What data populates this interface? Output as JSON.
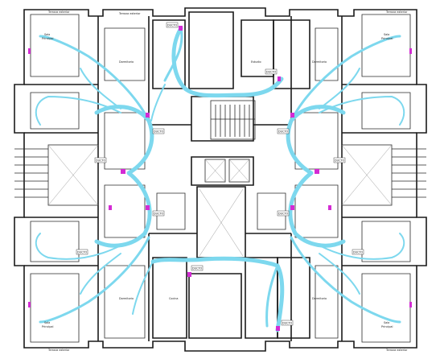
{
  "plan": {
    "background": "#ffffff",
    "duct_color": "#7dd8ee",
    "node_color": "#d42bd4",
    "wall_color": "#1a1a1a",
    "icons": [
      "stair-icon",
      "elevator-icon",
      "duct-node-icon"
    ]
  },
  "rooms": [
    {
      "name": "Sala",
      "sub": "Principal"
    },
    {
      "name": "Sala",
      "sub": "Principal"
    },
    {
      "name": "Dormitorio",
      "sub": ""
    },
    {
      "name": "Dormitorio",
      "sub": ""
    },
    {
      "name": "Sala",
      "sub": "Principal"
    },
    {
      "name": "Sala",
      "sub": "Principal"
    },
    {
      "name": "Dormitorio",
      "sub": ""
    },
    {
      "name": "Dormitorio",
      "sub": ""
    },
    {
      "name": "Cocina",
      "sub": ""
    },
    {
      "name": "Estudio",
      "sub": ""
    }
  ],
  "terrace_labels": [
    "Terraza exterior",
    "Terraza exterior",
    "Terraza exterior",
    "Terraza exterior",
    "Terraza exterior"
  ],
  "duct_labels": [
    "DUCTO",
    "DUCTO",
    "DUCTO",
    "DUCTO",
    "DUCTO",
    "DUCTO",
    "DUCTO",
    "DUCTO",
    "DUCTO",
    "DUCTO",
    "DUCTO",
    "DUCTO"
  ]
}
